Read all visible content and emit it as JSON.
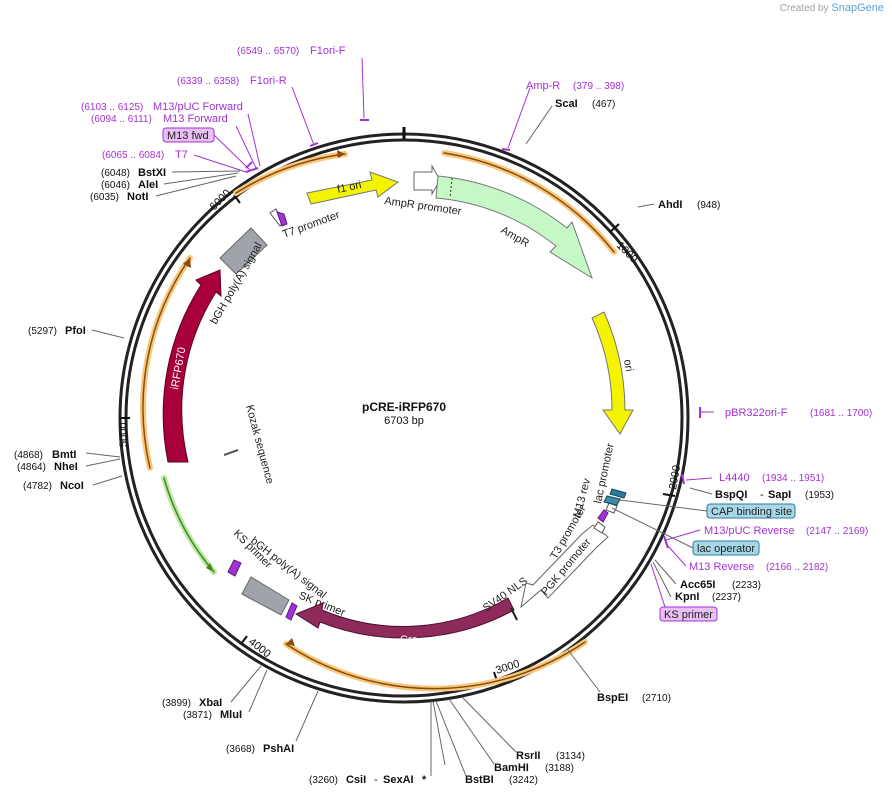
{
  "brand": {
    "created_by": "Created by",
    "name": "SnapGene"
  },
  "plasmid": {
    "name": "pCRE-iRFP670",
    "length_label": "6703 bp"
  },
  "ticks": [
    "1000",
    "2000",
    "3000",
    "4000",
    "5000",
    "6000"
  ],
  "features": {
    "f1_ori": "f1 ori",
    "ampr_promoter": "AmpR promoter",
    "ampr": "AmpR",
    "ori": "ori",
    "t7_promoter": "T7 promoter",
    "bgh_top": "bGH poly(A) signal",
    "irfp670": "iRFP670",
    "kozak": "Kozak sequence",
    "ks_primer_inner": "KS primer",
    "bgh_bottom": "bGH poly(A) signal",
    "sk_primer": "SK primer",
    "cre": "Cre",
    "sv40_nls": "SV40 NLS",
    "pgk_promoter": "PGK promoter",
    "t3_promoter": "T3 promoter",
    "m13_rev": "M13 rev",
    "lac_promoter": "lac promoter"
  },
  "sites": {
    "scai": "ScaI",
    "scai_c": "(467)",
    "ahdi": "AhdI",
    "ahdi_c": "(948)",
    "bspqi": "BspQI",
    "sapi": "SapI",
    "sapi_c": "(1953)",
    "acc65i": "Acc65I",
    "acc65i_c": "(2233)",
    "kpni": "KpnI",
    "kpni_c": "(2237)",
    "bspei": "BspEI",
    "bspei_c": "(2710)",
    "rsrii": "RsrII",
    "rsrii_c": "(3134)",
    "bamhi": "BamHI",
    "bamhi_c": "(3188)",
    "bstbi": "BstBI",
    "bstbi_c": "(3242)",
    "csii_c": "(3260)",
    "csii": "CsiI",
    "sexai": "SexAI",
    "star": "*",
    "psthi_c": "(3668)",
    "pshai": "PshAI",
    "mlui_c": "(3871)",
    "mlui": "MluI",
    "xbai_c": "(3899)",
    "xbai": "XbaI",
    "ncoi_c": "(4782)",
    "ncoi": "NcoI",
    "nhei_c": "(4864)",
    "nhei": "NheI",
    "bmti_c": "(4868)",
    "bmti": "BmtI",
    "pfoi_c": "(5297)",
    "pfoi": "PfoI",
    "noti_c": "(6035)",
    "noti": "NotI",
    "alei_c": "(6046)",
    "alei": "AleI",
    "bstxi_c": "(6048)",
    "bstxi": "BstXI"
  },
  "primers": {
    "f1ori_f": "F1ori-F",
    "f1ori_f_c": "(6549 .. 6570)",
    "f1ori_r": "F1ori-R",
    "f1ori_r_c": "(6339 .. 6358)",
    "m13puc_fwd": "M13/pUC Forward",
    "m13puc_fwd_c": "(6103 .. 6125)",
    "m13_fwd": "M13 Forward",
    "m13_fwd_c": "(6094 .. 6111)",
    "m13_fwd_box": "M13 fwd",
    "t7": "T7",
    "t7_c": "(6065 .. 6084)",
    "ampr": "Amp-R",
    "ampr_c": "(379 .. 398)",
    "pbr322": "pBR322ori-F",
    "pbr322_c": "(1681 .. 1700)",
    "l4440": "L4440",
    "l4440_c": "(1934 .. 1951)",
    "cap": "CAP binding site",
    "m13puc_rev": "M13/pUC Reverse",
    "m13puc_rev_c": "(2147 .. 2169)",
    "lac_operator": "lac operator",
    "m13_rev": "M13 Reverse",
    "m13_rev_c": "(2166 .. 2182)",
    "ks_primer_box": "KS primer"
  },
  "colors": {
    "backbone": "#222222",
    "primer": "#a332d6",
    "f1_ori": "#f4f400",
    "ampr": "#c6f7c6",
    "ori": "#f4f400",
    "irfp670": "#a8003c",
    "cre": "#8e2b5a",
    "bgh": "#a0a4aa",
    "orf_halo": "#f7c87a",
    "green_orf": "#5cb832"
  }
}
